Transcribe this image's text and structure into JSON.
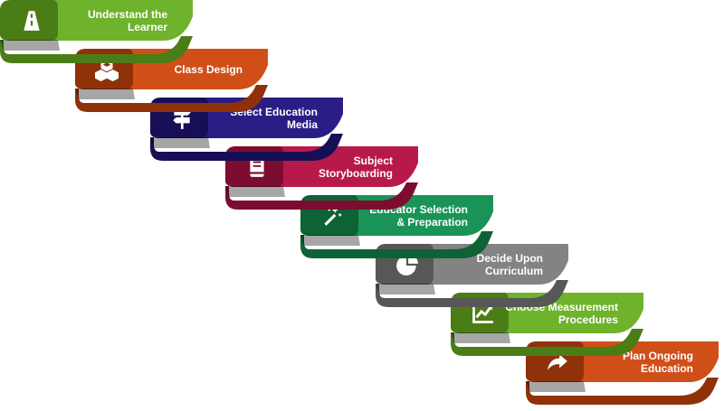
{
  "steps": [
    {
      "icon": "road-icon",
      "line1": "Understand the",
      "line2": "Learner",
      "color": "#6fb22c",
      "dark": "#4b7d17",
      "light": "#8ccf3e"
    },
    {
      "icon": "cubes-icon",
      "line1": "Class Design",
      "line2": "",
      "color": "#d04f18",
      "dark": "#8f3209",
      "light": "#e86a2c"
    },
    {
      "icon": "signpost-icon",
      "line1": "Select Education",
      "line2": "Media",
      "color": "#2b1d86",
      "dark": "#170f55",
      "light": "#3b2aa8"
    },
    {
      "icon": "book-icon",
      "line1": "Subject",
      "line2": "Storyboarding",
      "color": "#b8194b",
      "dark": "#7c0d30",
      "light": "#d52a60"
    },
    {
      "icon": "magic-wand-icon",
      "line1": "Educator Selection",
      "line2": "& Preparation",
      "color": "#1a9456",
      "dark": "#0d6236",
      "light": "#27b06a"
    },
    {
      "icon": "pie-chart-icon",
      "line1": "Decide Upon",
      "line2": "Curriculum",
      "color": "#838383",
      "dark": "#575757",
      "light": "#a0a0a0"
    },
    {
      "icon": "line-chart-icon",
      "line1": "Choose Measurement",
      "line2": "Procedures",
      "color": "#6fb22c",
      "dark": "#4b7d17",
      "light": "#8ccf3e"
    },
    {
      "icon": "share-arrow-icon",
      "line1": "Plan Ongoing",
      "line2": "Education",
      "color": "#d04f18",
      "dark": "#8f3209",
      "light": "#e86a2c"
    }
  ]
}
